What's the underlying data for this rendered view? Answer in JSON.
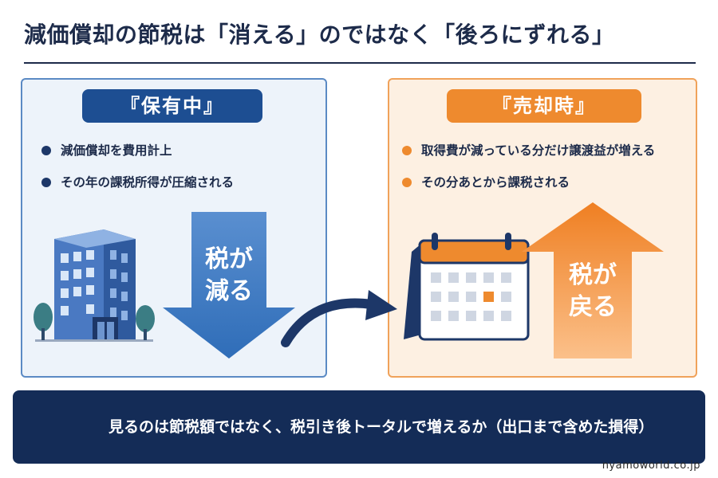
{
  "title": "減価償却の節税は「消える」のではなく「後ろにずれる」",
  "left_panel": {
    "heading": "『保有中』",
    "bullets": [
      "減価償却を費用計上",
      "その年の課税所得が圧縮される"
    ],
    "arrow_label_line1": "税が",
    "arrow_label_line2": "減る",
    "accent_color": "#1d4e92",
    "icons": [
      "building-icon",
      "tree-icon",
      "down-arrow-icon"
    ]
  },
  "right_panel": {
    "heading": "『売却時』",
    "bullets": [
      "取得費が減っている分だけ譲渡益が増える",
      "その分あとから課税される"
    ],
    "arrow_label_line1": "税が",
    "arrow_label_line2": "戻る",
    "accent_color": "#ee8a2e",
    "icons": [
      "calendar-icon",
      "up-arrow-icon"
    ]
  },
  "transition_icon": "curved-arrow-icon",
  "footer": {
    "text": "見るのは節税額ではなく、税引き後トータルで増えるか（出口まで含めた損得）",
    "icon": "scales-icon",
    "background": "#142c57"
  },
  "watermark": "nyamoworld.co.jp"
}
